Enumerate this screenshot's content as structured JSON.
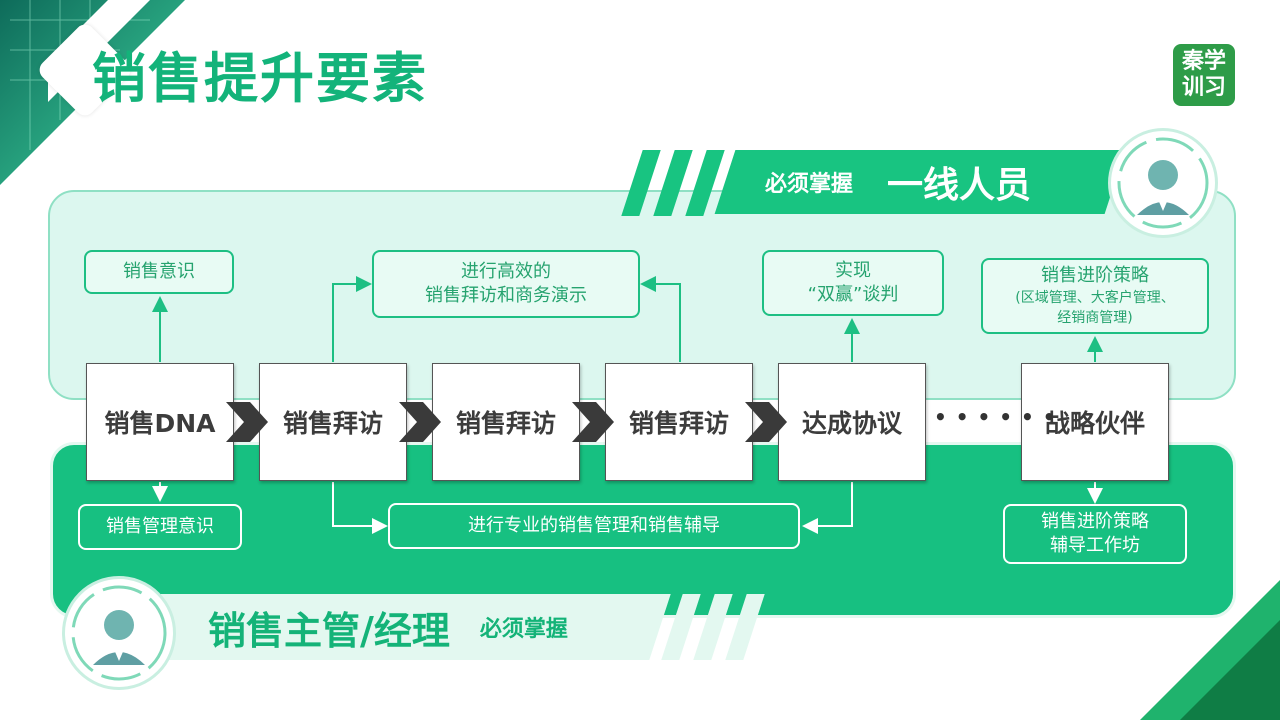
{
  "title": "销售提升要素",
  "logo": {
    "line1": "秦学",
    "line2": "训习"
  },
  "top_banner": {
    "small": "必须掌握",
    "big": "一线人员"
  },
  "bottom_banner": {
    "big": "销售主管/经理",
    "small": "必须掌握"
  },
  "stages": [
    "销售DNA",
    "销售拜访",
    "销售拜访",
    "销售拜访",
    "达成协议",
    "战略伙伴"
  ],
  "dots": "• • • • • •",
  "top_boxes": {
    "awareness": "销售意识",
    "visit_line1": "进行高效的",
    "visit_line2": "销售拜访和商务演示",
    "win_line1": "实现",
    "win_line2": "“双赢”谈判",
    "strategy_line1": "销售进阶策略",
    "strategy_line2": "(区域管理、大客户管理、",
    "strategy_line3": "经销商管理)"
  },
  "bottom_boxes": {
    "mgmt_awareness": "销售管理意识",
    "coaching": "进行专业的销售管理和销售辅导",
    "workshop_line1": "销售进阶策略",
    "workshop_line2": "辅导工作坊"
  },
  "colors": {
    "accent": "#13b37a",
    "panel_dark": "#17c081",
    "panel_light": "#dcf7ef",
    "logo": "#2e9c48"
  }
}
